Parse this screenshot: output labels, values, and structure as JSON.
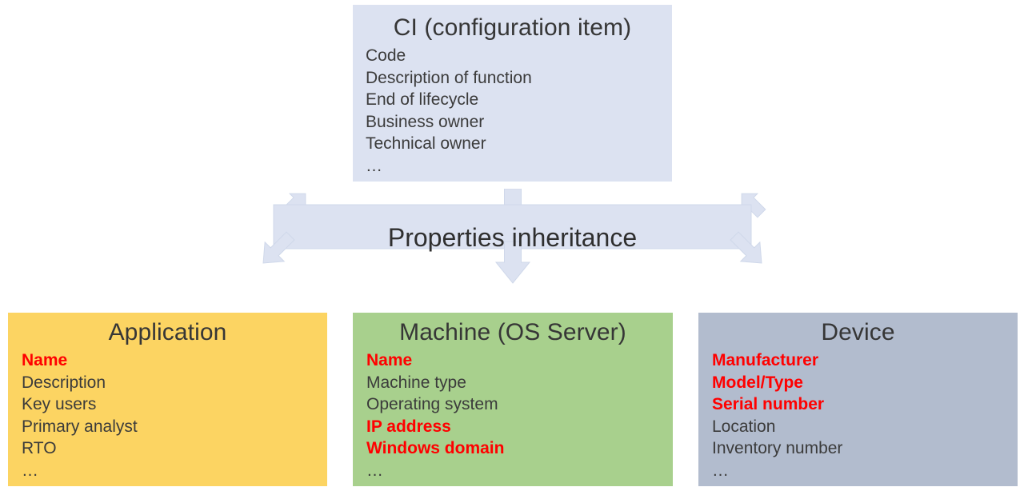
{
  "diagram": {
    "title_semantic": "CI properties inheritance diagram",
    "colors": {
      "ci_fill": "#dce2f1",
      "arrow_fill": "#dce2f1",
      "arrow_stroke": "#c7d1e6",
      "application_fill": "#fcd462",
      "machine_fill": "#a8d08d",
      "device_fill": "#b2bcce",
      "text": "#3b3b3b",
      "highlight": "#ff0000"
    }
  },
  "ci": {
    "title": "CI (configuration item)",
    "properties": [
      {
        "label": "Code",
        "highlight": false
      },
      {
        "label": "Description of function",
        "highlight": false
      },
      {
        "label": "End of lifecycle",
        "highlight": false
      },
      {
        "label": "Business owner",
        "highlight": false
      },
      {
        "label": "Technical owner",
        "highlight": false
      },
      {
        "label": "…",
        "highlight": false
      }
    ]
  },
  "inheritance": {
    "label": "Properties inheritance"
  },
  "application": {
    "title": "Application",
    "properties": [
      {
        "label": "Name",
        "highlight": true
      },
      {
        "label": "Description",
        "highlight": false
      },
      {
        "label": "Key users",
        "highlight": false
      },
      {
        "label": "Primary analyst",
        "highlight": false
      },
      {
        "label": "RTO",
        "highlight": false
      },
      {
        "label": "…",
        "highlight": false
      }
    ]
  },
  "machine": {
    "title": "Machine (OS Server)",
    "properties": [
      {
        "label": "Name",
        "highlight": true
      },
      {
        "label": "Machine type",
        "highlight": false
      },
      {
        "label": "Operating system",
        "highlight": false
      },
      {
        "label": "IP address",
        "highlight": true
      },
      {
        "label": "Windows domain",
        "highlight": true
      },
      {
        "label": "…",
        "highlight": false
      }
    ]
  },
  "device": {
    "title": "Device",
    "properties": [
      {
        "label": "Manufacturer",
        "highlight": true
      },
      {
        "label": "Model/Type",
        "highlight": true
      },
      {
        "label": "Serial number",
        "highlight": true
      },
      {
        "label": "Location",
        "highlight": false
      },
      {
        "label": "Inventory number",
        "highlight": false
      },
      {
        "label": "…",
        "highlight": false
      }
    ]
  }
}
